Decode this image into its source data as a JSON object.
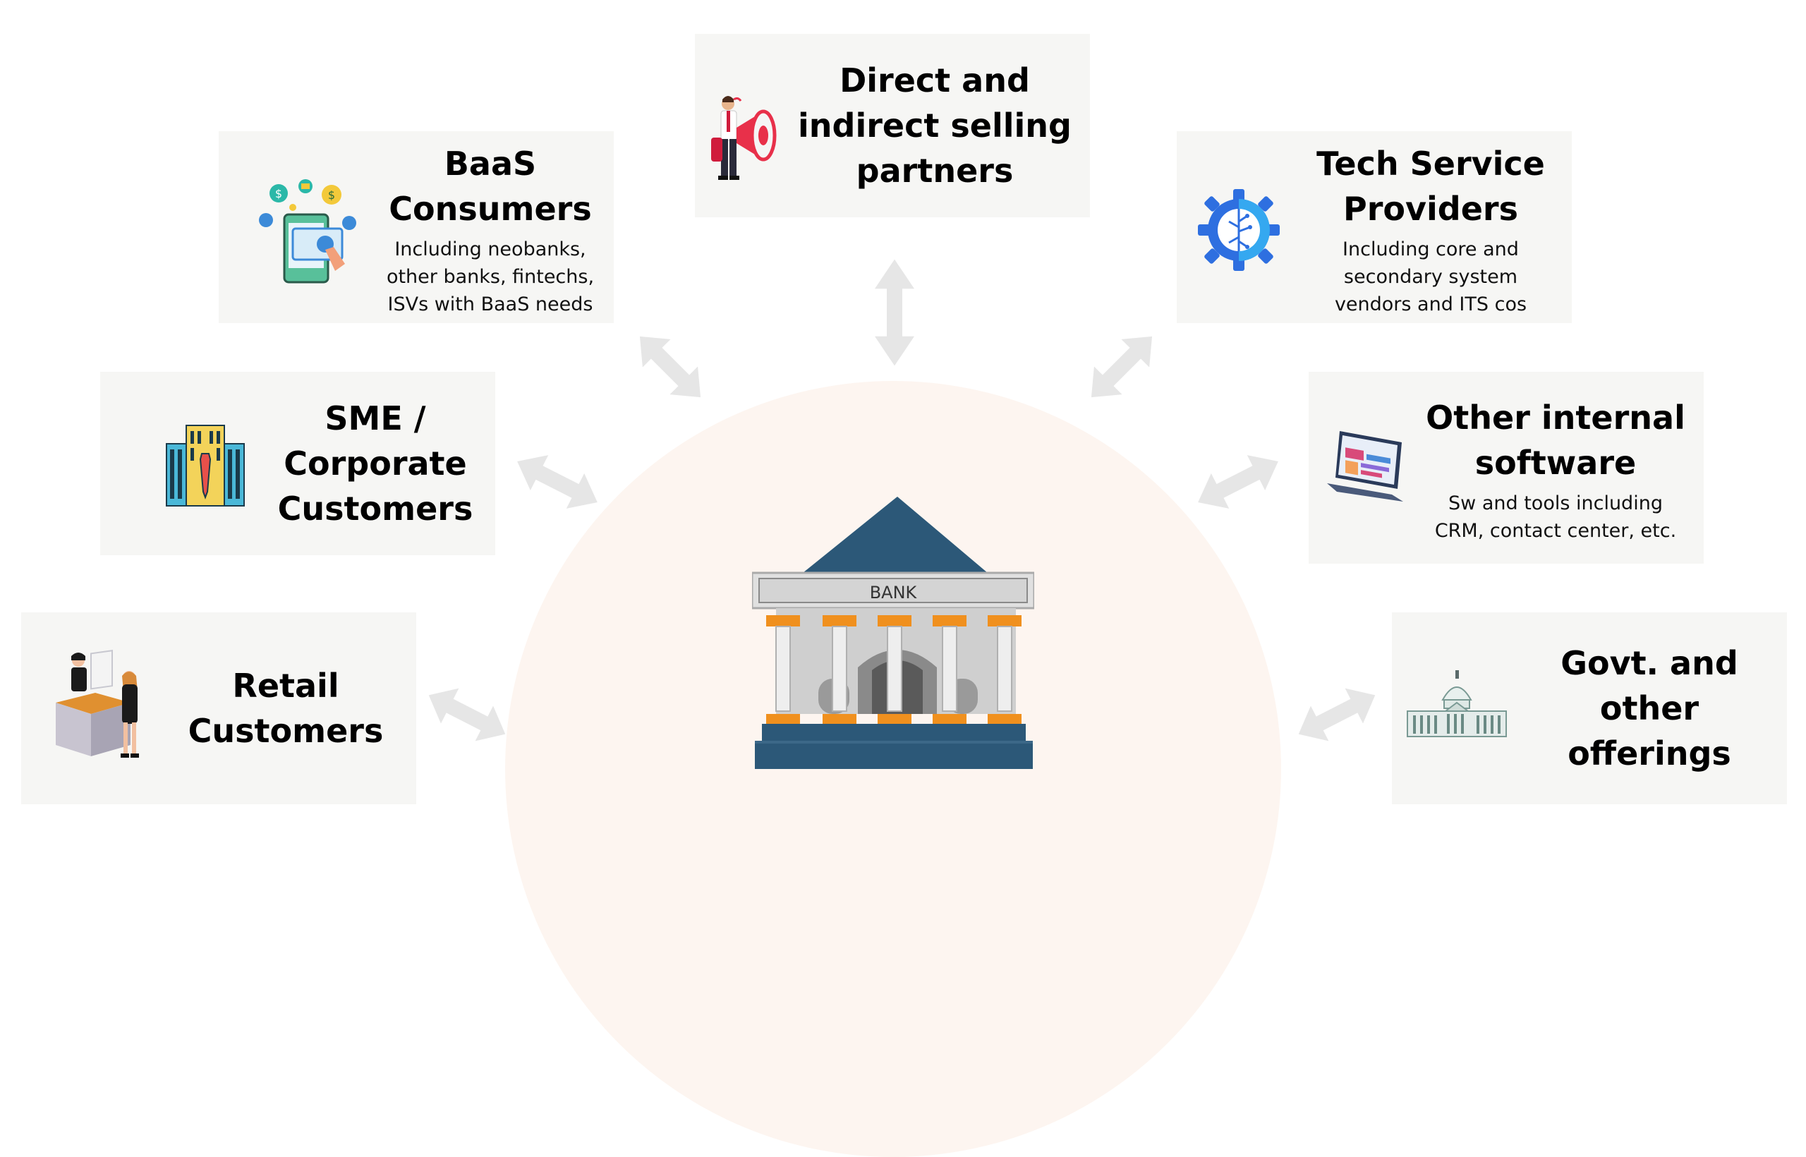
{
  "diagram": {
    "center": {
      "label": "BANK",
      "icon": "bank-building-icon"
    },
    "nodes": [
      {
        "id": "direct-selling",
        "title": "Direct and\nindirect selling\npartners",
        "subtitle": "",
        "icon": "megaphone-person-icon"
      },
      {
        "id": "baas",
        "title": "BaaS\nConsumers",
        "subtitle": "Including neobanks,\nother banks, fintechs,\nISVs with BaaS needs",
        "icon": "mobile-banking-icon"
      },
      {
        "id": "tech-service",
        "title": "Tech Service\nProviders",
        "subtitle": "Including core and\nsecondary system\nvendors and ITS cos",
        "icon": "tech-gear-icon"
      },
      {
        "id": "sme",
        "title": "SME /\nCorporate\nCustomers",
        "subtitle": "",
        "icon": "corporate-building-icon"
      },
      {
        "id": "internal-software",
        "title": "Other internal\nsoftware",
        "subtitle": "Sw and tools including\nCRM, contact center, etc.",
        "icon": "laptop-dashboard-icon"
      },
      {
        "id": "retail",
        "title": "Retail\nCustomers",
        "subtitle": "",
        "icon": "retail-counter-icon"
      },
      {
        "id": "govt",
        "title": "Govt. and\nother offerings",
        "subtitle": "",
        "icon": "capitol-building-icon"
      }
    ],
    "colors": {
      "card_bg": "#f6f6f4",
      "arrow": "#e6e6e6",
      "dome": "#fdf5f0",
      "bank_roof": "#2c5878",
      "bank_accent": "#f0901e"
    }
  }
}
